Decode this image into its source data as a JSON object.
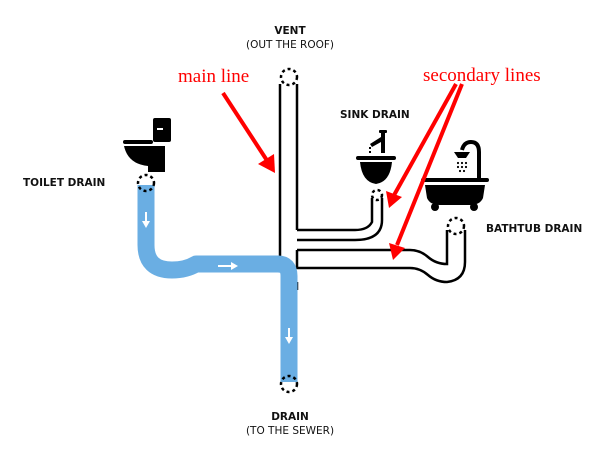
{
  "diagram": {
    "labels": {
      "vent_title": "VENT",
      "vent_sub": "(OUT THE ROOF)",
      "sink": "SINK DRAIN",
      "toilet": "TOILET DRAIN",
      "bathtub": "BATHTUB DRAIN",
      "drain_title": "DRAIN",
      "drain_sub": "(TO THE SEWER)"
    },
    "annotations": {
      "main_line": "main line",
      "secondary_lines": "secondary lines"
    },
    "colors": {
      "water": "#6aaee3",
      "pipe_outline": "#000000",
      "annotation": "#ff0000"
    },
    "fixtures": [
      "toilet",
      "sink",
      "bathtub"
    ]
  }
}
